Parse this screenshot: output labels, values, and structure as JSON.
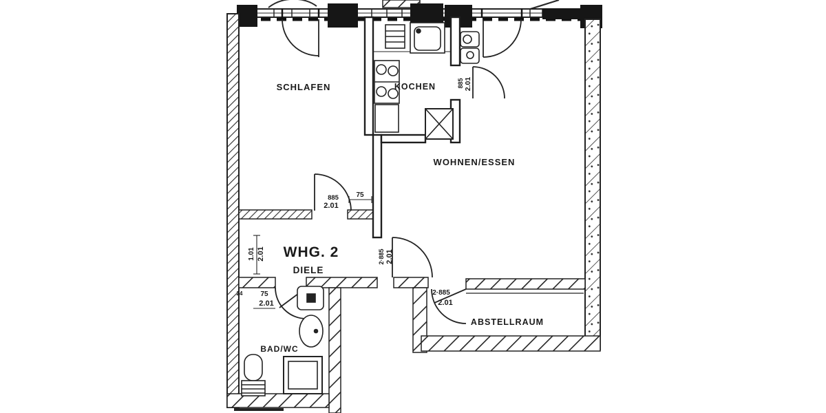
{
  "plan": {
    "unit_label": "WHG. 2",
    "rooms": [
      {
        "id": "schlafen",
        "label": "SCHLAFEN"
      },
      {
        "id": "kochen",
        "label": "KOCHEN"
      },
      {
        "id": "wohnen",
        "label": "WOHNEN/ESSEN"
      },
      {
        "id": "diele",
        "label": "DIELE"
      },
      {
        "id": "bad",
        "label": "BAD/WC"
      },
      {
        "id": "abstellraum",
        "label": "ABSTELLRAUM"
      }
    ],
    "dims": {
      "schlafen_door_w": "885",
      "schlafen_door_h": "2.01",
      "wall_75": "75",
      "left_opening_w": "1.01",
      "left_opening_h": "2.01",
      "wall_thickness": "24",
      "bad_door_w": "75",
      "bad_door_h": "2.01",
      "entry_door_w": "2·885",
      "entry_door_h": "2.01",
      "kitchen_door_w": "885",
      "kitchen_door_h": "2.01",
      "abstell_door_w": "2·885",
      "abstell_door_h": "2.01"
    }
  },
  "colors": {
    "ink": "#222222",
    "paper": "#ffffff"
  }
}
